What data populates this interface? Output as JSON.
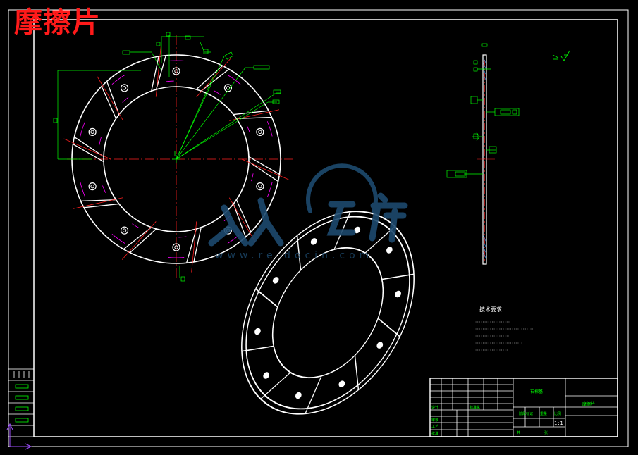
{
  "drawing": {
    "title": "摩擦片",
    "technical_requirements_heading": "技术要求",
    "watermark_url": "www.re docin.com",
    "title_block": {
      "material": "石棉基",
      "part_name": "摩擦片",
      "scale": "1:1",
      "stage_label": "阶段标记",
      "weight_label": "重量",
      "scale_label": "比例",
      "design_label": "设计",
      "check_label": "审核",
      "process_label": "工艺",
      "approve_label": "批准",
      "standard_label": "标准化",
      "sheet_left": "共",
      "sheet_right": "张"
    }
  },
  "colors": {
    "frame": "#ffffff",
    "centerline": "#ff2020",
    "dimension": "#00ff00",
    "hatch": "#ff00ff",
    "title": "#ff1a1a",
    "watermark": "#1d4a6e",
    "projection": "#a050ff"
  }
}
